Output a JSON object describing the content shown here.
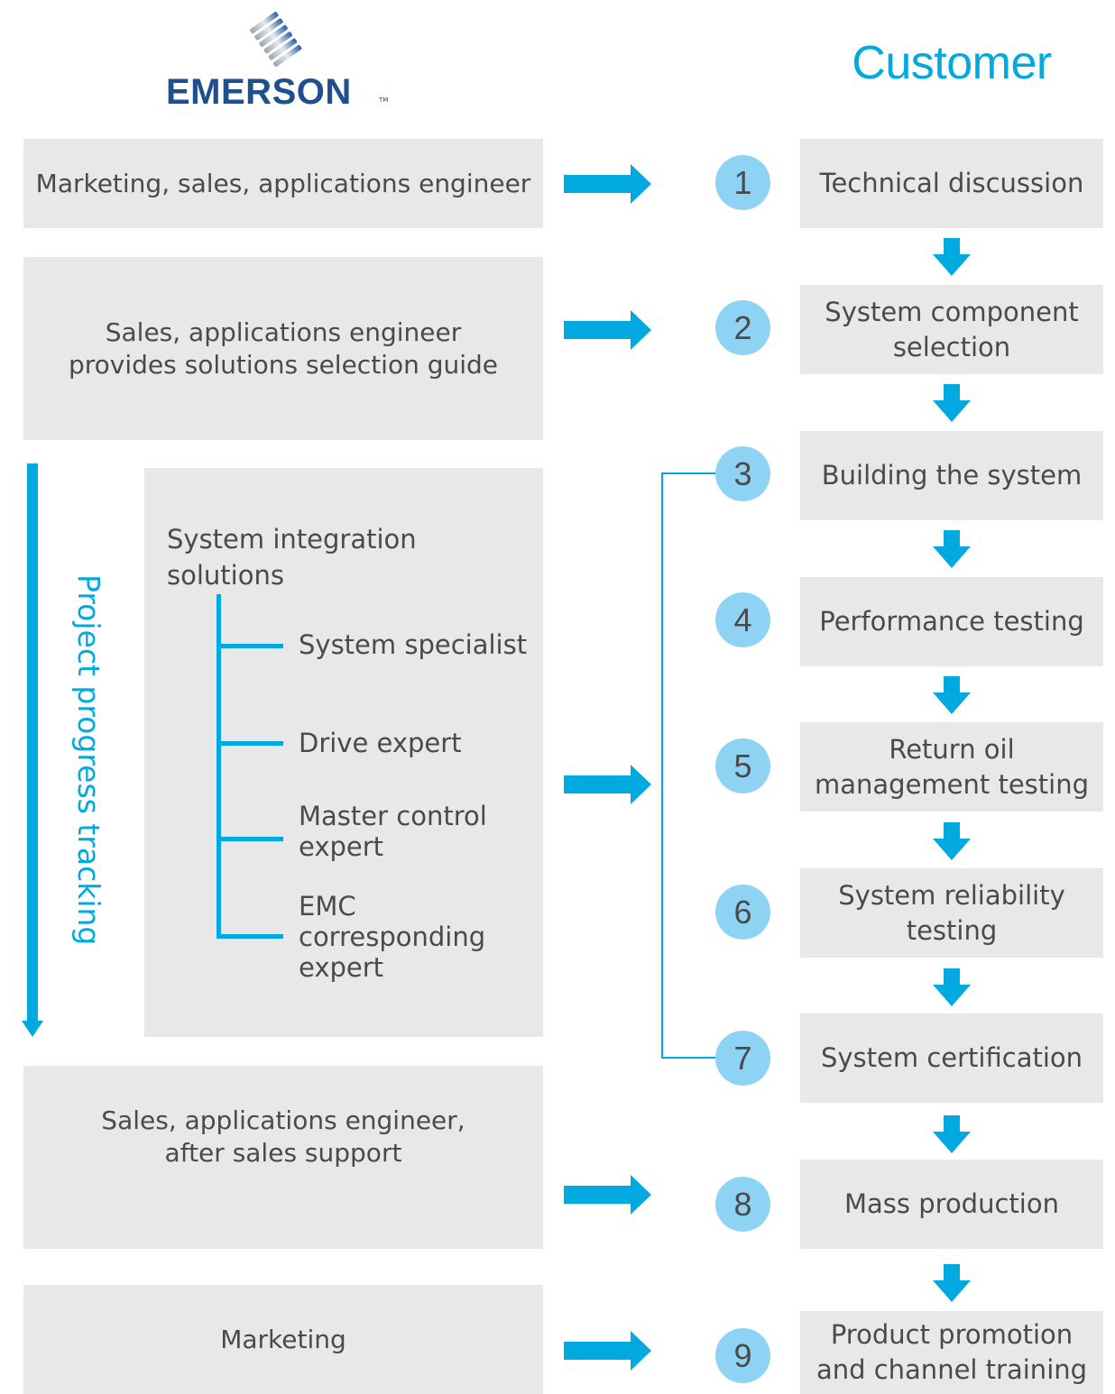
{
  "brand": {
    "name": "EMERSON",
    "trademark": "TM",
    "logo_color": "#1d4f91"
  },
  "header": {
    "customer_title": "Customer"
  },
  "colors": {
    "accent": "#00a9e0",
    "box_bg": "#e8e8e8",
    "badge_bg": "#8fd3f4",
    "text": "#4a4a4a"
  },
  "left": {
    "marketing_sales": "Marketing, sales, applications engineer",
    "solutions_guide": [
      "Sales, applications engineer",
      "provides solutions selection guide"
    ],
    "progress_tracking": "Project progress tracking",
    "integration": {
      "title": "System integration solutions",
      "experts": [
        [
          "System specialist"
        ],
        [
          "Drive expert"
        ],
        [
          "Master control",
          "expert"
        ],
        [
          "EMC",
          "corresponding",
          "expert"
        ]
      ]
    },
    "after_sales": [
      "Sales, applications engineer,",
      "after sales support"
    ],
    "marketing": "Marketing"
  },
  "steps": [
    {
      "number": "1",
      "lines": [
        "Technical discussion"
      ]
    },
    {
      "number": "2",
      "lines": [
        "System component",
        "selection"
      ]
    },
    {
      "number": "3",
      "lines": [
        "Building the system"
      ]
    },
    {
      "number": "4",
      "lines": [
        "Performance testing"
      ]
    },
    {
      "number": "5",
      "lines": [
        "Return oil",
        "management testing"
      ]
    },
    {
      "number": "6",
      "lines": [
        "System reliability",
        "testing"
      ]
    },
    {
      "number": "7",
      "lines": [
        "System certification"
      ]
    },
    {
      "number": "8",
      "lines": [
        "Mass production"
      ]
    },
    {
      "number": "9",
      "lines": [
        "Product promotion",
        "and channel training"
      ]
    }
  ]
}
